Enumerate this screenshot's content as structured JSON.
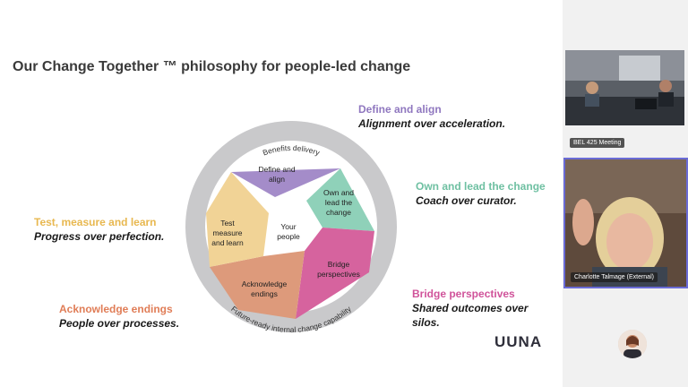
{
  "slide": {
    "title": "Our Change Together ™ philosophy for people-led change",
    "logo": "UUNA",
    "labels": {
      "define": {
        "heading": "Define and align",
        "sub": "Alignment over acceleration."
      },
      "own": {
        "heading": "Own and lead the change",
        "sub": "Coach over curator."
      },
      "test": {
        "heading": "Test, measure and learn",
        "sub": "Progress over perfection."
      },
      "ack": {
        "heading": "Acknowledge endings",
        "sub": "People over processes."
      },
      "bridge": {
        "heading": "Bridge perspectives",
        "sub1": "Shared outcomes over",
        "sub2": "silos."
      }
    },
    "wheel": {
      "outer_top": "Benefits delivery",
      "outer_bottom": "Future-ready internal change capability",
      "center_1": "Your",
      "center_2": "people",
      "seg_define_1": "Define and",
      "seg_define_2": "align",
      "seg_own_1": "Own and",
      "seg_own_2": "lead the",
      "seg_own_3": "change",
      "seg_bridge_1": "Bridge",
      "seg_bridge_2": "perspectives",
      "seg_ack_1": "Acknowledge",
      "seg_ack_2": "endings",
      "seg_test_1": "Test",
      "seg_test_2": "measure",
      "seg_test_3": "and learn"
    },
    "colors": {
      "define": "#a48cc9",
      "own": "#8fd1b9",
      "bridge": "#d6639e",
      "ack": "#dd9a7b",
      "test": "#f1d396",
      "ring": "#c9c9cb"
    }
  },
  "participants": {
    "room_label": "BEL 425 Meeting",
    "speaker_label": "Charlotte Talmage (External)"
  }
}
